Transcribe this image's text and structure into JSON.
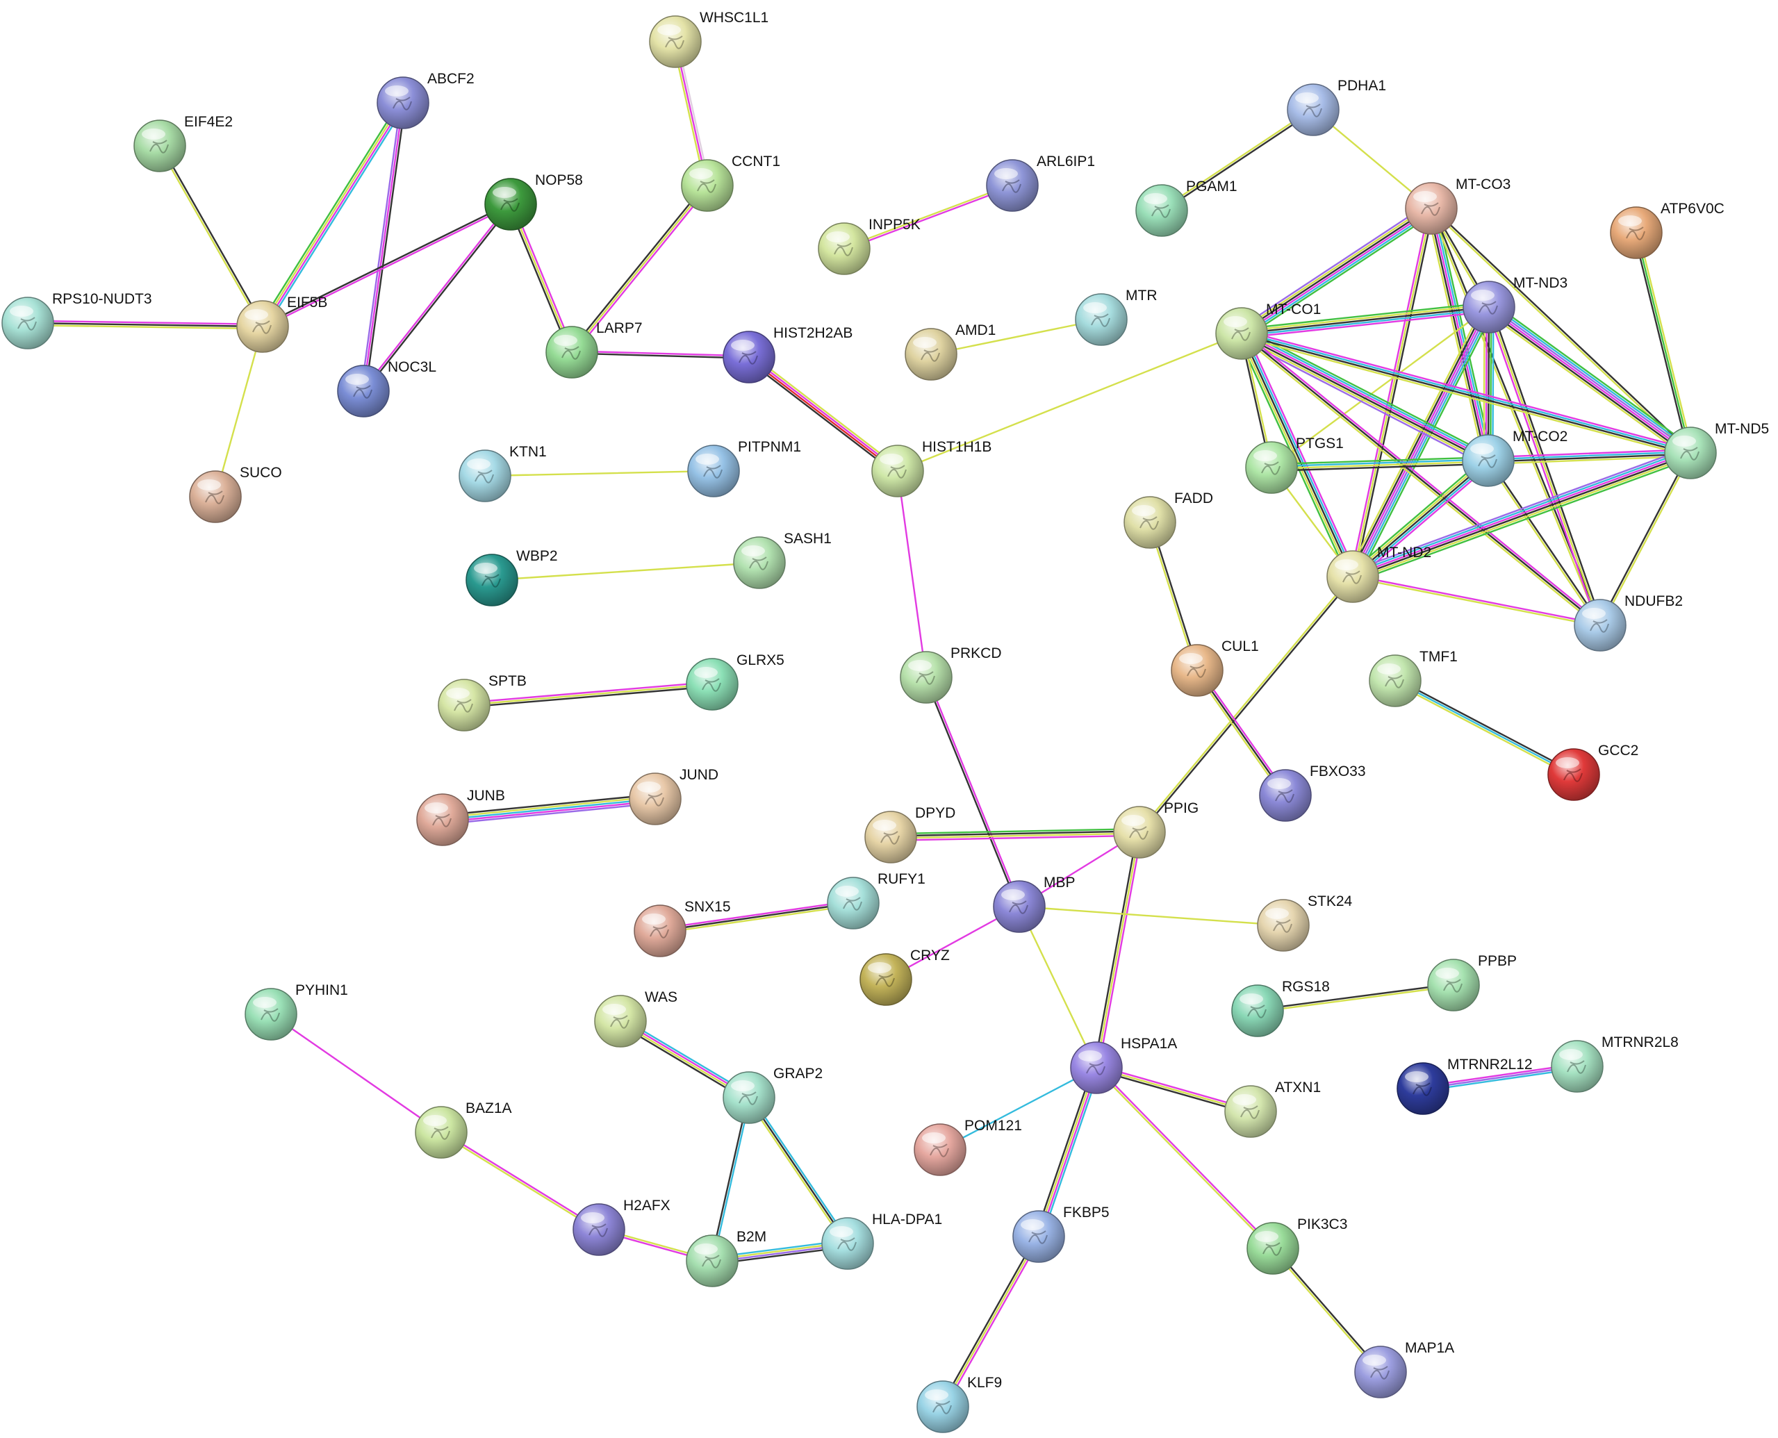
{
  "nodes": [
    {
      "id": "WHSC1L1",
      "label": "WHSC1L1",
      "color": "#e4e3a8"
    },
    {
      "id": "ABCF2",
      "label": "ABCF2",
      "color": "#8c8fd8"
    },
    {
      "id": "EIF4E2",
      "label": "EIF4E2",
      "color": "#a8dca6"
    },
    {
      "id": "NOP58",
      "label": "NOP58",
      "color": "#3d9a3d"
    },
    {
      "id": "CCNT1",
      "label": "CCNT1",
      "color": "#b8e49a"
    },
    {
      "id": "RPS10-NUDT3",
      "label": "RPS10-NUDT3",
      "color": "#a8e2d6"
    },
    {
      "id": "EIF5B",
      "label": "EIF5B",
      "color": "#e6d6a3"
    },
    {
      "id": "NOC3L",
      "label": "NOC3L",
      "color": "#7b8ed6"
    },
    {
      "id": "LARP7",
      "label": "LARP7",
      "color": "#96dc96"
    },
    {
      "id": "HIST2H2AB",
      "label": "HIST2H2AB",
      "color": "#7a6fd8"
    },
    {
      "id": "ARL6IP1",
      "label": "ARL6IP1",
      "color": "#8f96d8"
    },
    {
      "id": "INPP5K",
      "label": "INPP5K",
      "color": "#d4e6a0"
    },
    {
      "id": "AMD1",
      "label": "AMD1",
      "color": "#dfd3a1"
    },
    {
      "id": "MTR",
      "label": "MTR",
      "color": "#a6dcde"
    },
    {
      "id": "SUCO",
      "label": "SUCO",
      "color": "#dcb29a"
    },
    {
      "id": "KTN1",
      "label": "KTN1",
      "color": "#a6dae6"
    },
    {
      "id": "PITPNM1",
      "label": "PITPNM1",
      "color": "#96c2e6"
    },
    {
      "id": "HIST1H1B",
      "label": "HIST1H1B",
      "color": "#cfe8a8"
    },
    {
      "id": "WBP2",
      "label": "WBP2",
      "color": "#2a9a90"
    },
    {
      "id": "SASH1",
      "label": "SASH1",
      "color": "#b2e2b0"
    },
    {
      "id": "SPTB",
      "label": "SPTB",
      "color": "#d6e6a6"
    },
    {
      "id": "GLRX5",
      "label": "GLRX5",
      "color": "#8ce0b6"
    },
    {
      "id": "PRKCD",
      "label": "PRKCD",
      "color": "#b8e2ac"
    },
    {
      "id": "JUNB",
      "label": "JUNB",
      "color": "#e0aa9a"
    },
    {
      "id": "JUND",
      "label": "JUND",
      "color": "#e8c8a8"
    },
    {
      "id": "PDHA1",
      "label": "PDHA1",
      "color": "#a8bde8"
    },
    {
      "id": "PGAM1",
      "label": "PGAM1",
      "color": "#9adfb8"
    },
    {
      "id": "MT-CO3",
      "label": "MT-CO3",
      "color": "#e8b8a8"
    },
    {
      "id": "ATP6V0C",
      "label": "ATP6V0C",
      "color": "#e8aa7a"
    },
    {
      "id": "MT-ND3",
      "label": "MT-ND3",
      "color": "#9a98e0"
    },
    {
      "id": "MT-CO1",
      "label": "MT-CO1",
      "color": "#cde6a8"
    },
    {
      "id": "PTGS1",
      "label": "PTGS1",
      "color": "#aee6a6"
    },
    {
      "id": "MT-CO2",
      "label": "MT-CO2",
      "color": "#9ed2e8"
    },
    {
      "id": "MT-ND5",
      "label": "MT-ND5",
      "color": "#a8e2b8"
    },
    {
      "id": "FADD",
      "label": "FADD",
      "color": "#e0e0a8"
    },
    {
      "id": "MT-ND2",
      "label": "MT-ND2",
      "color": "#e6e2aa"
    },
    {
      "id": "NDUFB2",
      "label": "NDUFB2",
      "color": "#aacbe8"
    },
    {
      "id": "CUL1",
      "label": "CUL1",
      "color": "#e8b88a"
    },
    {
      "id": "TMF1",
      "label": "TMF1",
      "color": "#c2e6ae"
    },
    {
      "id": "GCC2",
      "label": "GCC2",
      "color": "#e03a3a"
    },
    {
      "id": "FBXO33",
      "label": "FBXO33",
      "color": "#8c8ad8"
    },
    {
      "id": "DPYD",
      "label": "DPYD",
      "color": "#e6d4a6"
    },
    {
      "id": "PPIG",
      "label": "PPIG",
      "color": "#e6e0aa"
    },
    {
      "id": "RUFY1",
      "label": "RUFY1",
      "color": "#a6e0da"
    },
    {
      "id": "SNX15",
      "label": "SNX15",
      "color": "#e0aa9a"
    },
    {
      "id": "MBP",
      "label": "MBP",
      "color": "#8c88d8"
    },
    {
      "id": "STK24",
      "label": "STK24",
      "color": "#e6d6b0"
    },
    {
      "id": "CRYZ",
      "label": "CRYZ",
      "color": "#c4b45a"
    },
    {
      "id": "PYHIN1",
      "label": "PYHIN1",
      "color": "#9ae0b6"
    },
    {
      "id": "WAS",
      "label": "WAS",
      "color": "#d4e6a6"
    },
    {
      "id": "RGS18",
      "label": "RGS18",
      "color": "#8ad8b6"
    },
    {
      "id": "PPBP",
      "label": "PPBP",
      "color": "#a6e2b0"
    },
    {
      "id": "GRAP2",
      "label": "GRAP2",
      "color": "#a6e2cc"
    },
    {
      "id": "HSPA1A",
      "label": "HSPA1A",
      "color": "#9a88e4"
    },
    {
      "id": "ATXN1",
      "label": "ATXN1",
      "color": "#d4e6ae"
    },
    {
      "id": "MTRNR2L12",
      "label": "MTRNR2L12",
      "color": "#2e3c9c"
    },
    {
      "id": "MTRNR2L8",
      "label": "MTRNR2L8",
      "color": "#a6e2c2"
    },
    {
      "id": "BAZ1A",
      "label": "BAZ1A",
      "color": "#cce6a2"
    },
    {
      "id": "POM121",
      "label": "POM121",
      "color": "#e6a8a0"
    },
    {
      "id": "H2AFX",
      "label": "H2AFX",
      "color": "#8e86d8"
    },
    {
      "id": "B2M",
      "label": "B2M",
      "color": "#a6dfb0"
    },
    {
      "id": "HLA-DPA1",
      "label": "HLA-DPA1",
      "color": "#a6dfe0"
    },
    {
      "id": "FKBP5",
      "label": "FKBP5",
      "color": "#9ab4e6"
    },
    {
      "id": "PIK3C3",
      "label": "PIK3C3",
      "color": "#9adc9a"
    },
    {
      "id": "MAP1A",
      "label": "MAP1A",
      "color": "#9c9ee0"
    },
    {
      "id": "KLF9",
      "label": "KLF9",
      "color": "#9ad4e6"
    }
  ],
  "edges": [
    {
      "source": "WHSC1L1",
      "target": "CCNT1",
      "colors": [
        "#e0d0e0",
        "#e23ae2",
        "#d4e04c"
      ]
    },
    {
      "source": "CCNT1",
      "target": "LARP7",
      "colors": [
        "#e23ae2",
        "#d4e04c",
        "#333333"
      ]
    },
    {
      "source": "ABCF2",
      "target": "EIF5B",
      "colors": [
        "#33bbdd",
        "#e23ae2",
        "#d4e04c",
        "#40c040"
      ]
    },
    {
      "source": "ABCF2",
      "target": "NOC3L",
      "colors": [
        "#333333",
        "#e23ae2",
        "#9a6ae8"
      ]
    },
    {
      "source": "EIF4E2",
      "target": "EIF5B",
      "colors": [
        "#333333",
        "#d4e04c"
      ]
    },
    {
      "source": "NOP58",
      "target": "EIF5B",
      "colors": [
        "#e23ae2",
        "#333333"
      ]
    },
    {
      "source": "NOP58",
      "target": "NOC3L",
      "colors": [
        "#333333",
        "#e23ae2"
      ]
    },
    {
      "source": "NOP58",
      "target": "LARP7",
      "colors": [
        "#e23ae2",
        "#d4e04c",
        "#333333"
      ]
    },
    {
      "source": "RPS10-NUDT3",
      "target": "EIF5B",
      "colors": [
        "#e23ae2",
        "#333333",
        "#d4e04c"
      ]
    },
    {
      "source": "EIF5B",
      "target": "SUCO",
      "colors": [
        "#d4e04c"
      ]
    },
    {
      "source": "LARP7",
      "target": "HIST2H2AB",
      "colors": [
        "#e23ae2",
        "#333333"
      ]
    },
    {
      "source": "HIST2H2AB",
      "target": "HIST1H1B",
      "colors": [
        "#d4e04c",
        "#e23ae2",
        "#e02a2a",
        "#333333"
      ]
    },
    {
      "source": "ARL6IP1",
      "target": "INPP5K",
      "colors": [
        "#e23ae2",
        "#d4e04c"
      ]
    },
    {
      "source": "AMD1",
      "target": "MTR",
      "colors": [
        "#d4e04c"
      ]
    },
    {
      "source": "KTN1",
      "target": "PITPNM1",
      "colors": [
        "#d4e04c"
      ]
    },
    {
      "source": "HIST1H1B",
      "target": "MT-CO1",
      "colors": [
        "#d4e04c"
      ]
    },
    {
      "source": "HIST1H1B",
      "target": "PRKCD",
      "colors": [
        "#e23ae2"
      ]
    },
    {
      "source": "WBP2",
      "target": "SASH1",
      "colors": [
        "#d4e04c"
      ]
    },
    {
      "source": "SPTB",
      "target": "GLRX5",
      "colors": [
        "#e23ae2",
        "#d4e04c",
        "#333333"
      ]
    },
    {
      "source": "JUNB",
      "target": "JUND",
      "colors": [
        "#333333",
        "#d4e04c",
        "#33bbdd",
        "#e23ae2",
        "#9a6ae8"
      ]
    },
    {
      "source": "PRKCD",
      "target": "MBP",
      "colors": [
        "#e23ae2",
        "#333333"
      ]
    },
    {
      "source": "PDHA1",
      "target": "PGAM1",
      "colors": [
        "#333333",
        "#d4e04c"
      ]
    },
    {
      "source": "PDHA1",
      "target": "MT-CO3",
      "colors": [
        "#d4e04c"
      ]
    },
    {
      "source": "MT-CO3",
      "target": "MT-CO1",
      "colors": [
        "#40c040",
        "#33bbdd",
        "#e23ae2",
        "#333333",
        "#d4e04c",
        "#9a6ae8"
      ]
    },
    {
      "source": "MT-CO3",
      "target": "MT-CO2",
      "colors": [
        "#40c040",
        "#33bbdd",
        "#e23ae2",
        "#333333",
        "#d4e04c"
      ]
    },
    {
      "source": "MT-CO3",
      "target": "MT-ND2",
      "colors": [
        "#333333",
        "#d4e04c",
        "#e23ae2"
      ]
    },
    {
      "source": "MT-CO3",
      "target": "MT-ND5",
      "colors": [
        "#333333",
        "#d4e04c"
      ]
    },
    {
      "source": "MT-CO3",
      "target": "NDUFB2",
      "colors": [
        "#333333",
        "#d4e04c"
      ]
    },
    {
      "source": "MT-CO3",
      "target": "MT-ND3",
      "colors": [
        "#333333",
        "#d4e04c"
      ]
    },
    {
      "source": "ATP6V0C",
      "target": "MT-ND5",
      "colors": [
        "#d4e04c",
        "#40c040",
        "#333333"
      ]
    },
    {
      "source": "MT-ND3",
      "target": "MT-CO1",
      "colors": [
        "#e23ae2",
        "#33bbdd",
        "#333333",
        "#d4e04c",
        "#40c040"
      ]
    },
    {
      "source": "MT-ND3",
      "target": "MT-CO2",
      "colors": [
        "#33bbdd",
        "#40c040",
        "#333333",
        "#e23ae2",
        "#d4e04c"
      ]
    },
    {
      "source": "MT-ND3",
      "target": "MT-ND2",
      "colors": [
        "#40c040",
        "#33bbdd",
        "#9a6ae8",
        "#e23ae2",
        "#333333",
        "#d4e04c"
      ]
    },
    {
      "source": "MT-ND3",
      "target": "MT-ND5",
      "colors": [
        "#40c040",
        "#33bbdd",
        "#9a6ae8",
        "#e23ae2",
        "#333333",
        "#d4e04c"
      ]
    },
    {
      "source": "MT-ND3",
      "target": "NDUFB2",
      "colors": [
        "#333333",
        "#d4e04c",
        "#e23ae2"
      ]
    },
    {
      "source": "MT-ND3",
      "target": "PTGS1",
      "colors": [
        "#d4e04c"
      ]
    },
    {
      "source": "MT-CO1",
      "target": "MT-CO2",
      "colors": [
        "#40c040",
        "#33bbdd",
        "#e23ae2",
        "#333333",
        "#d4e04c",
        "#9a6ae8"
      ]
    },
    {
      "source": "MT-CO1",
      "target": "MT-ND2",
      "colors": [
        "#e23ae2",
        "#33bbdd",
        "#333333",
        "#d4e04c",
        "#40c040"
      ]
    },
    {
      "source": "MT-CO1",
      "target": "MT-ND5",
      "colors": [
        "#e23ae2",
        "#33bbdd",
        "#333333",
        "#d4e04c"
      ]
    },
    {
      "source": "MT-CO1",
      "target": "NDUFB2",
      "colors": [
        "#e23ae2",
        "#333333",
        "#d4e04c"
      ]
    },
    {
      "source": "MT-CO1",
      "target": "PTGS1",
      "colors": [
        "#d4e04c",
        "#333333"
      ]
    },
    {
      "source": "MT-CO2",
      "target": "MT-ND2",
      "colors": [
        "#e23ae2",
        "#33bbdd",
        "#333333",
        "#d4e04c",
        "#40c040"
      ]
    },
    {
      "source": "MT-CO2",
      "target": "MT-ND5",
      "colors": [
        "#e23ae2",
        "#33bbdd",
        "#333333",
        "#d4e04c"
      ]
    },
    {
      "source": "MT-CO2",
      "target": "NDUFB2",
      "colors": [
        "#333333",
        "#d4e04c"
      ]
    },
    {
      "source": "PTGS1",
      "target": "MT-CO2",
      "colors": [
        "#40c040",
        "#33bbdd",
        "#d4e04c",
        "#333333"
      ]
    },
    {
      "source": "PTGS1",
      "target": "MT-ND2",
      "colors": [
        "#d4e04c"
      ]
    },
    {
      "source": "MT-ND2",
      "target": "MT-ND5",
      "colors": [
        "#9a6ae8",
        "#33bbdd",
        "#e23ae2",
        "#333333",
        "#d4e04c",
        "#40c040"
      ]
    },
    {
      "source": "MT-ND2",
      "target": "NDUFB2",
      "colors": [
        "#e23ae2",
        "#d4e04c"
      ]
    },
    {
      "source": "MT-ND5",
      "target": "NDUFB2",
      "colors": [
        "#d4e04c",
        "#333333"
      ]
    },
    {
      "source": "MT-ND2",
      "target": "PPIG",
      "colors": [
        "#333333",
        "#d4e04c"
      ]
    },
    {
      "source": "FADD",
      "target": "CUL1",
      "colors": [
        "#333333",
        "#d4e04c"
      ]
    },
    {
      "source": "CUL1",
      "target": "FBXO33",
      "colors": [
        "#e23ae2",
        "#333333",
        "#d4e04c"
      ]
    },
    {
      "source": "TMF1",
      "target": "GCC2",
      "colors": [
        "#333333",
        "#33bbdd",
        "#d4e04c"
      ]
    },
    {
      "source": "DPYD",
      "target": "PPIG",
      "colors": [
        "#40c040",
        "#333333",
        "#d4e04c",
        "#e23ae2"
      ]
    },
    {
      "source": "PPIG",
      "target": "MBP",
      "colors": [
        "#e23ae2"
      ]
    },
    {
      "source": "PPIG",
      "target": "HSPA1A",
      "colors": [
        "#e23ae2",
        "#d4e04c",
        "#333333"
      ]
    },
    {
      "source": "SNX15",
      "target": "RUFY1",
      "colors": [
        "#e23ae2",
        "#333333",
        "#d4e04c"
      ]
    },
    {
      "source": "MBP",
      "target": "STK24",
      "colors": [
        "#d4e04c"
      ]
    },
    {
      "source": "MBP",
      "target": "CRYZ",
      "colors": [
        "#e23ae2"
      ]
    },
    {
      "source": "MBP",
      "target": "HSPA1A",
      "colors": [
        "#d4e04c"
      ]
    },
    {
      "source": "PYHIN1",
      "target": "BAZ1A",
      "colors": [
        "#e23ae2"
      ]
    },
    {
      "source": "BAZ1A",
      "target": "H2AFX",
      "colors": [
        "#e23ae2",
        "#d4e04c"
      ]
    },
    {
      "source": "H2AFX",
      "target": "B2M",
      "colors": [
        "#d4e04c",
        "#e23ae2"
      ]
    },
    {
      "source": "WAS",
      "target": "GRAP2",
      "colors": [
        "#33bbdd",
        "#e23ae2",
        "#d4e04c",
        "#333333"
      ]
    },
    {
      "source": "GRAP2",
      "target": "B2M",
      "colors": [
        "#33bbdd",
        "#333333"
      ]
    },
    {
      "source": "GRAP2",
      "target": "HLA-DPA1",
      "colors": [
        "#33bbdd",
        "#333333",
        "#d4e04c"
      ]
    },
    {
      "source": "B2M",
      "target": "HLA-DPA1",
      "colors": [
        "#33bbdd",
        "#d4e04c",
        "#9a6ae8",
        "#333333"
      ]
    },
    {
      "source": "RGS18",
      "target": "PPBP",
      "colors": [
        "#333333",
        "#d4e04c"
      ]
    },
    {
      "source": "HSPA1A",
      "target": "ATXN1",
      "colors": [
        "#e23ae2",
        "#d4e04c",
        "#333333"
      ]
    },
    {
      "source": "HSPA1A",
      "target": "POM121",
      "colors": [
        "#33bbdd"
      ]
    },
    {
      "source": "HSPA1A",
      "target": "FKBP5",
      "colors": [
        "#33bbdd",
        "#e23ae2",
        "#d4e04c",
        "#333333"
      ]
    },
    {
      "source": "HSPA1A",
      "target": "PIK3C3",
      "colors": [
        "#e23ae2",
        "#d4e04c"
      ]
    },
    {
      "source": "MTRNR2L12",
      "target": "MTRNR2L8",
      "colors": [
        "#e23ae2",
        "#9a6ae8",
        "#33bbdd"
      ]
    },
    {
      "source": "PIK3C3",
      "target": "MAP1A",
      "colors": [
        "#333333",
        "#d4e04c"
      ]
    },
    {
      "source": "FKBP5",
      "target": "KLF9",
      "colors": [
        "#e23ae2",
        "#d4e04c",
        "#333333"
      ]
    }
  ]
}
